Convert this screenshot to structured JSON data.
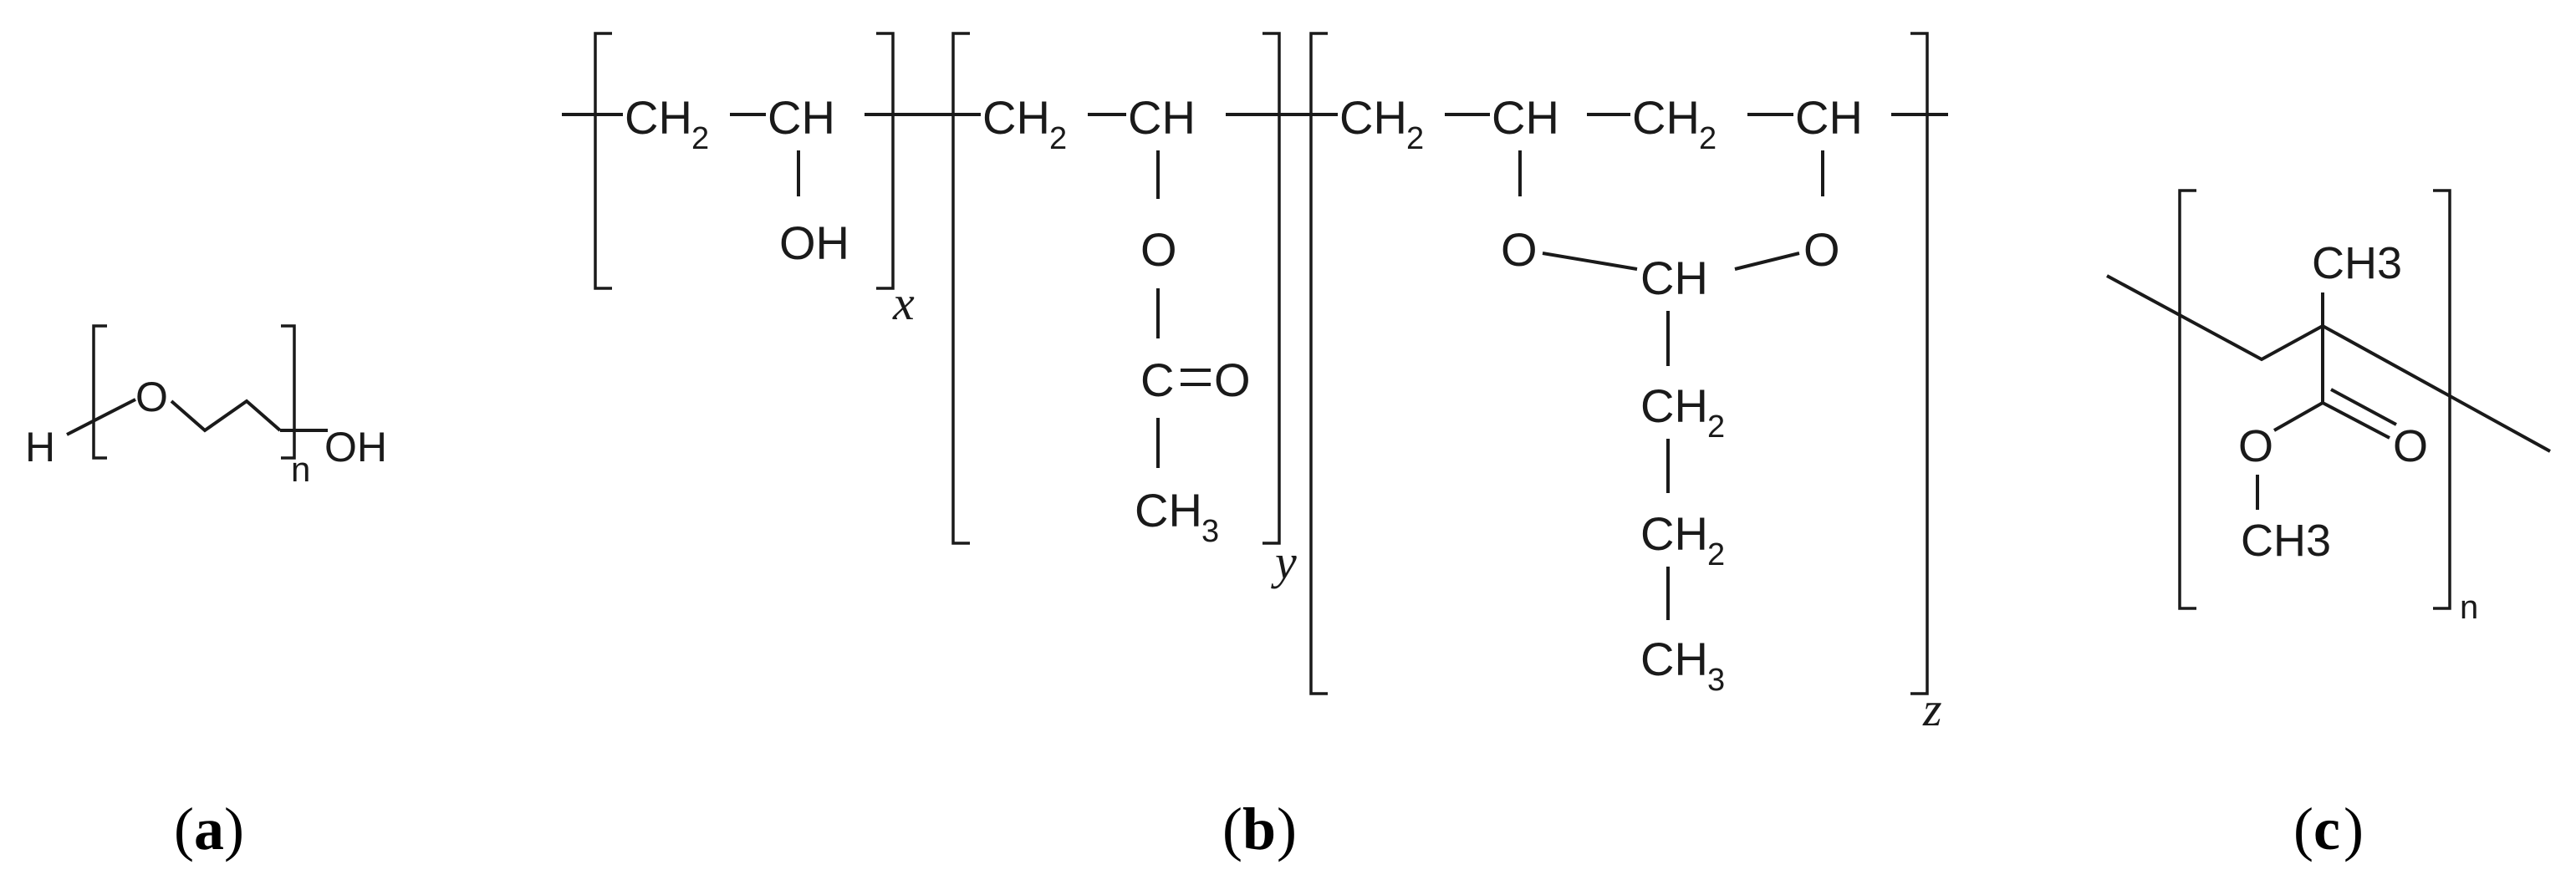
{
  "panel_a": {
    "caption_letter": "a",
    "atoms": {
      "h": "H",
      "o": "O",
      "n": "n",
      "oh": "OH"
    }
  },
  "panel_b": {
    "caption_letter": "b",
    "unit_x": {
      "ch2": "CH",
      "ch2_sub": "2",
      "ch": "CH",
      "oh": "OH",
      "subscript": "x"
    },
    "unit_y": {
      "ch2": "CH",
      "ch2_sub": "2",
      "ch": "CH",
      "o": "O",
      "c": "C",
      "o2": "O",
      "ch3": "CH",
      "ch3_sub": "3",
      "subscript": "y"
    },
    "unit_z": {
      "ch2_a": "CH",
      "ch2_a_sub": "2",
      "ch_a": "CH",
      "ch2_b": "CH",
      "ch2_b_sub": "2",
      "ch_b": "CH",
      "o_left": "O",
      "ch_center": "CH",
      "o_right": "O",
      "ch2_c": "CH",
      "ch2_c_sub": "2",
      "ch2_d": "CH",
      "ch2_d_sub": "2",
      "ch3": "CH",
      "ch3_sub": "3",
      "subscript": "z"
    }
  },
  "panel_c": {
    "caption_letter": "c",
    "atoms": {
      "ch3_top": "CH3",
      "o_ester": "O",
      "o_carbonyl": "O",
      "ch3_bottom": "CH3",
      "n": "n"
    }
  }
}
